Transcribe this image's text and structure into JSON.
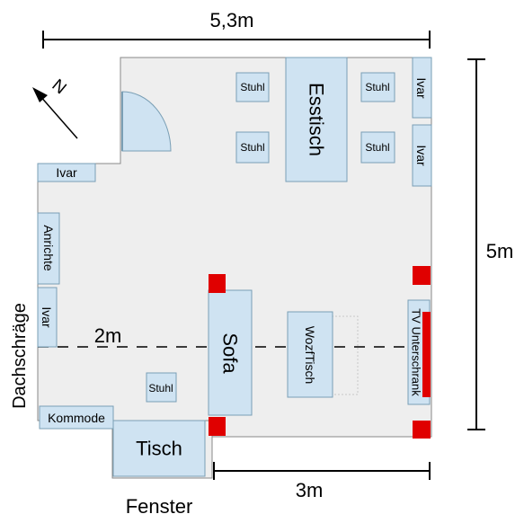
{
  "dimensions": {
    "width_total": "5,3m",
    "height_total": "5m",
    "bottom_segment": "3m",
    "left_segment": "2m"
  },
  "labels": {
    "north": "N",
    "slope": "Dachschräge",
    "window": "Fenster"
  },
  "furniture": {
    "dining_table": "Esstisch",
    "chair": "Stuhl",
    "ivar": "Ivar",
    "anrichte": "Anrichte",
    "sofa": "Sofa",
    "coffee_table": "WozfTisch",
    "tv_unit": "TV Unterschrank",
    "dresser": "Kommode",
    "desk": "Tisch"
  },
  "colors": {
    "wall_fill": "#eeeeee",
    "furniture_fill": "#cfe3f2",
    "accent_red": "#e00000",
    "line": "#000000"
  }
}
